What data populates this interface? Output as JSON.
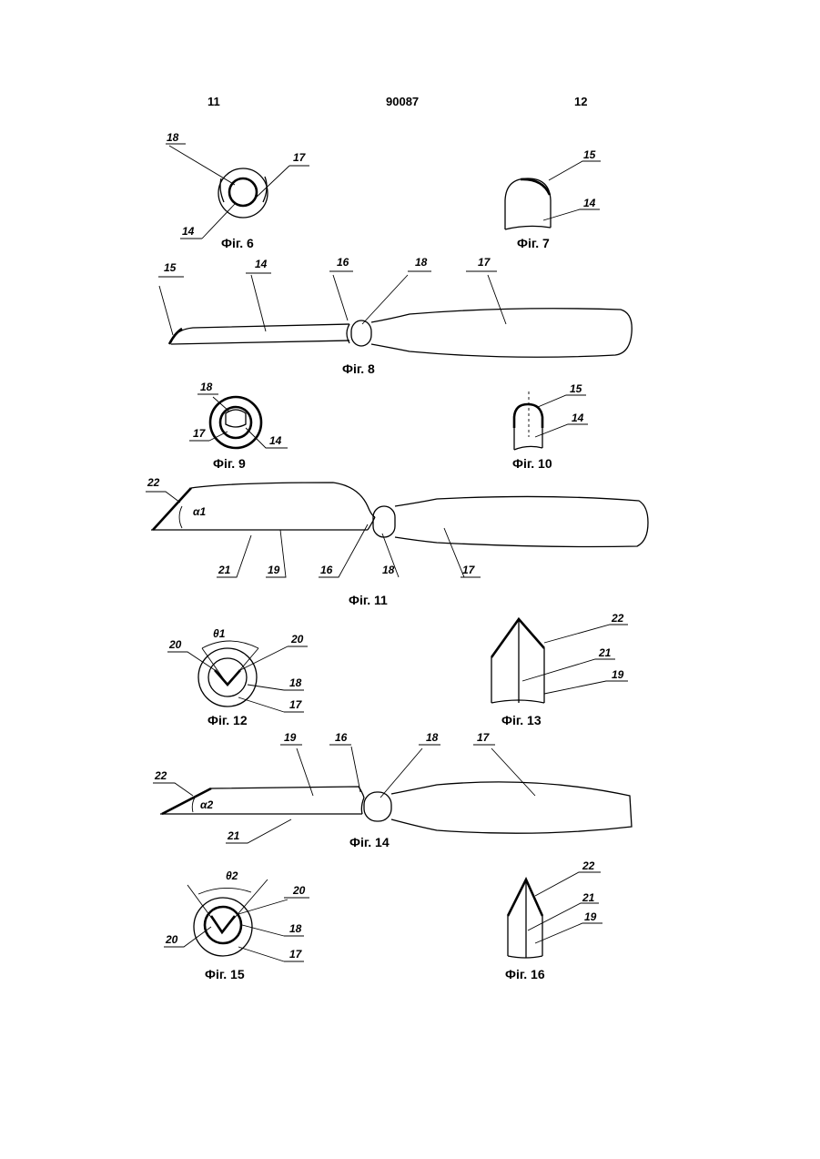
{
  "header": {
    "left_page": "11",
    "patent_number": "90087",
    "right_page": "12"
  },
  "figures": {
    "fig6": {
      "caption": "Фіг. 6",
      "refs": [
        "18",
        "17",
        "14"
      ]
    },
    "fig7": {
      "caption": "Фіг. 7",
      "refs": [
        "15",
        "14"
      ]
    },
    "fig8": {
      "caption": "Фіг. 8",
      "refs": [
        "15",
        "14",
        "16",
        "18",
        "17"
      ]
    },
    "fig9": {
      "caption": "Фіг. 9",
      "refs": [
        "18",
        "17",
        "14"
      ]
    },
    "fig10": {
      "caption": "Фіг. 10",
      "refs": [
        "15",
        "14"
      ]
    },
    "fig11": {
      "caption": "Фіг. 11",
      "refs": [
        "22",
        "α1",
        "21",
        "19",
        "16",
        "18",
        "17"
      ]
    },
    "fig12": {
      "caption": "Фіг. 12",
      "refs": [
        "θ1",
        "20",
        "20",
        "18",
        "17"
      ]
    },
    "fig13": {
      "caption": "Фіг. 13",
      "refs": [
        "22",
        "21",
        "19"
      ]
    },
    "fig14": {
      "caption": "Фіг. 14",
      "refs": [
        "19",
        "16",
        "18",
        "17",
        "22",
        "α2",
        "21"
      ]
    },
    "fig15": {
      "caption": "Фіг. 15",
      "refs": [
        "θ2",
        "20",
        "18",
        "20",
        "17"
      ]
    },
    "fig16": {
      "caption": "Фіг. 16",
      "refs": [
        "22",
        "21",
        "19"
      ]
    }
  }
}
